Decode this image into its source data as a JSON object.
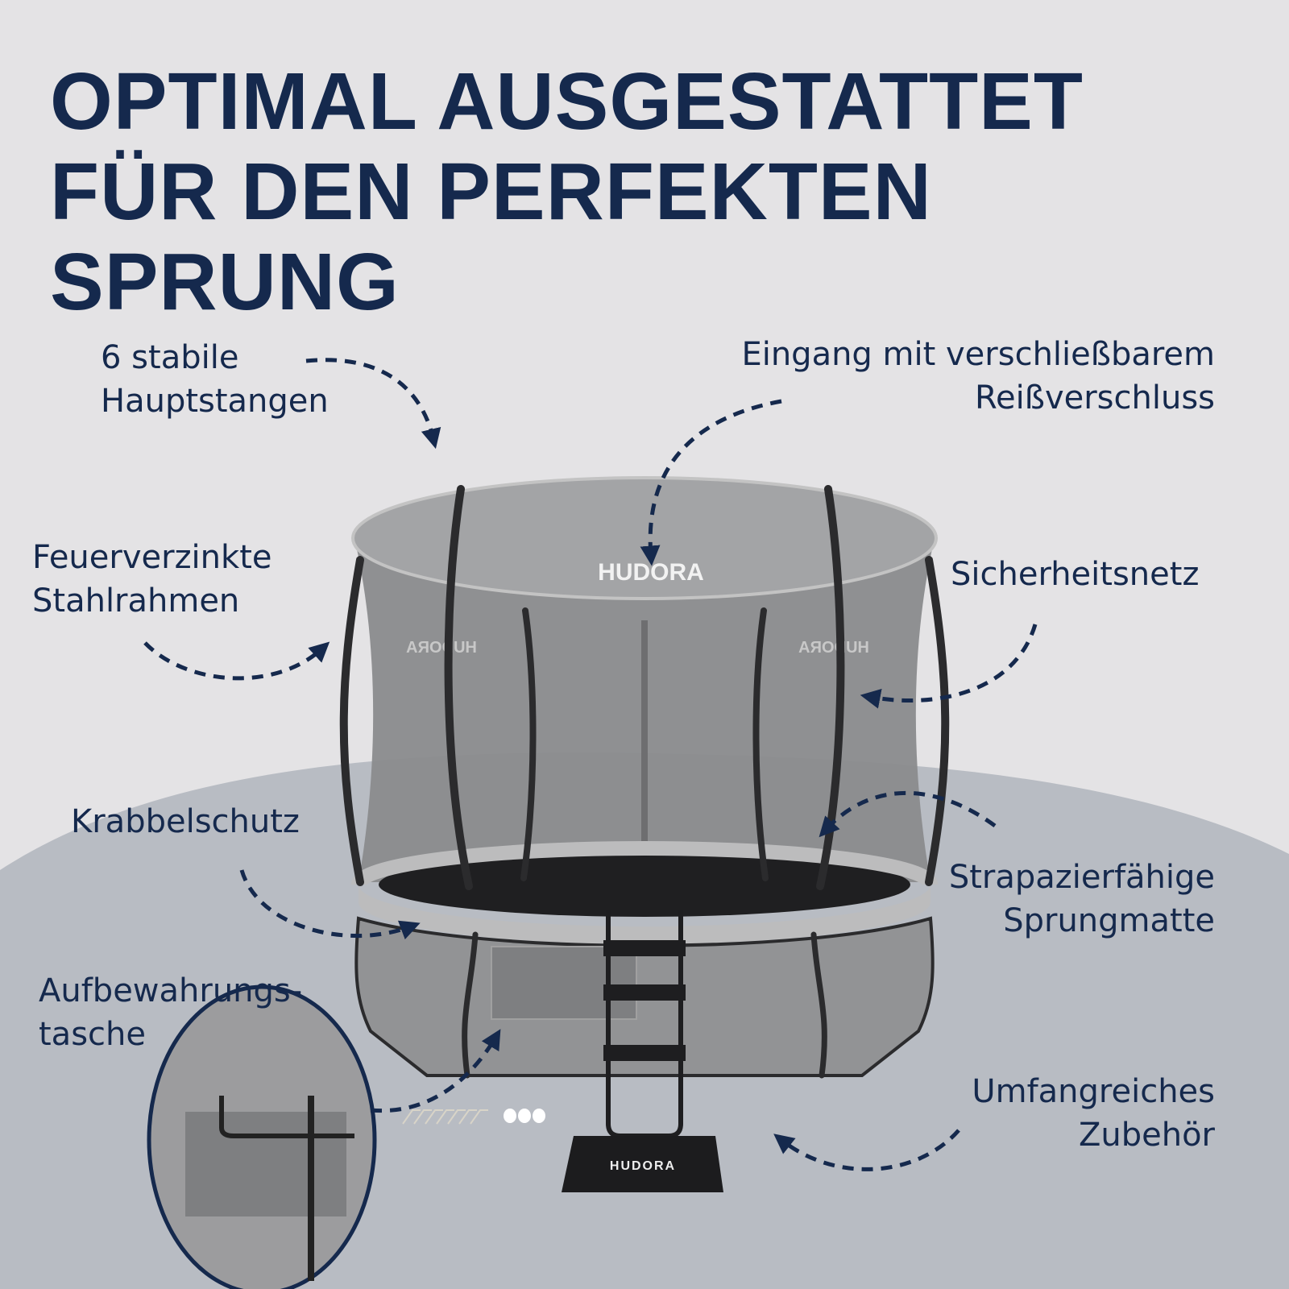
{
  "title": {
    "line1": "OPTIMAL AUSGESTATTET",
    "line2": "FÜR DEN PERFEKTEN SPRUNG"
  },
  "brand": "HUDORA",
  "features": [
    {
      "line1": "6 stabile",
      "line2": "Hauptstangen"
    },
    {
      "line1": "Eingang mit verschließbarem",
      "line2": "Reißverschluss"
    },
    {
      "line1": "Feuerverzinkte",
      "line2": "Stahlrahmen"
    },
    {
      "line1": "Sicherheitsnetz"
    },
    {
      "line1": "Krabbelschutz"
    },
    {
      "line1": "Strapazierfähige",
      "line2": "Sprungmatte"
    },
    {
      "line1": "Aufbewahrungs-",
      "line2": "tasche"
    },
    {
      "line1": "Umfangreiches",
      "line2": "Zubehör"
    }
  ],
  "colors": {
    "text": "#15294d",
    "background": "#e4e3e5",
    "floor": "#b8bcc3",
    "frame": "#2b2b2d",
    "net": "#8f9092"
  }
}
